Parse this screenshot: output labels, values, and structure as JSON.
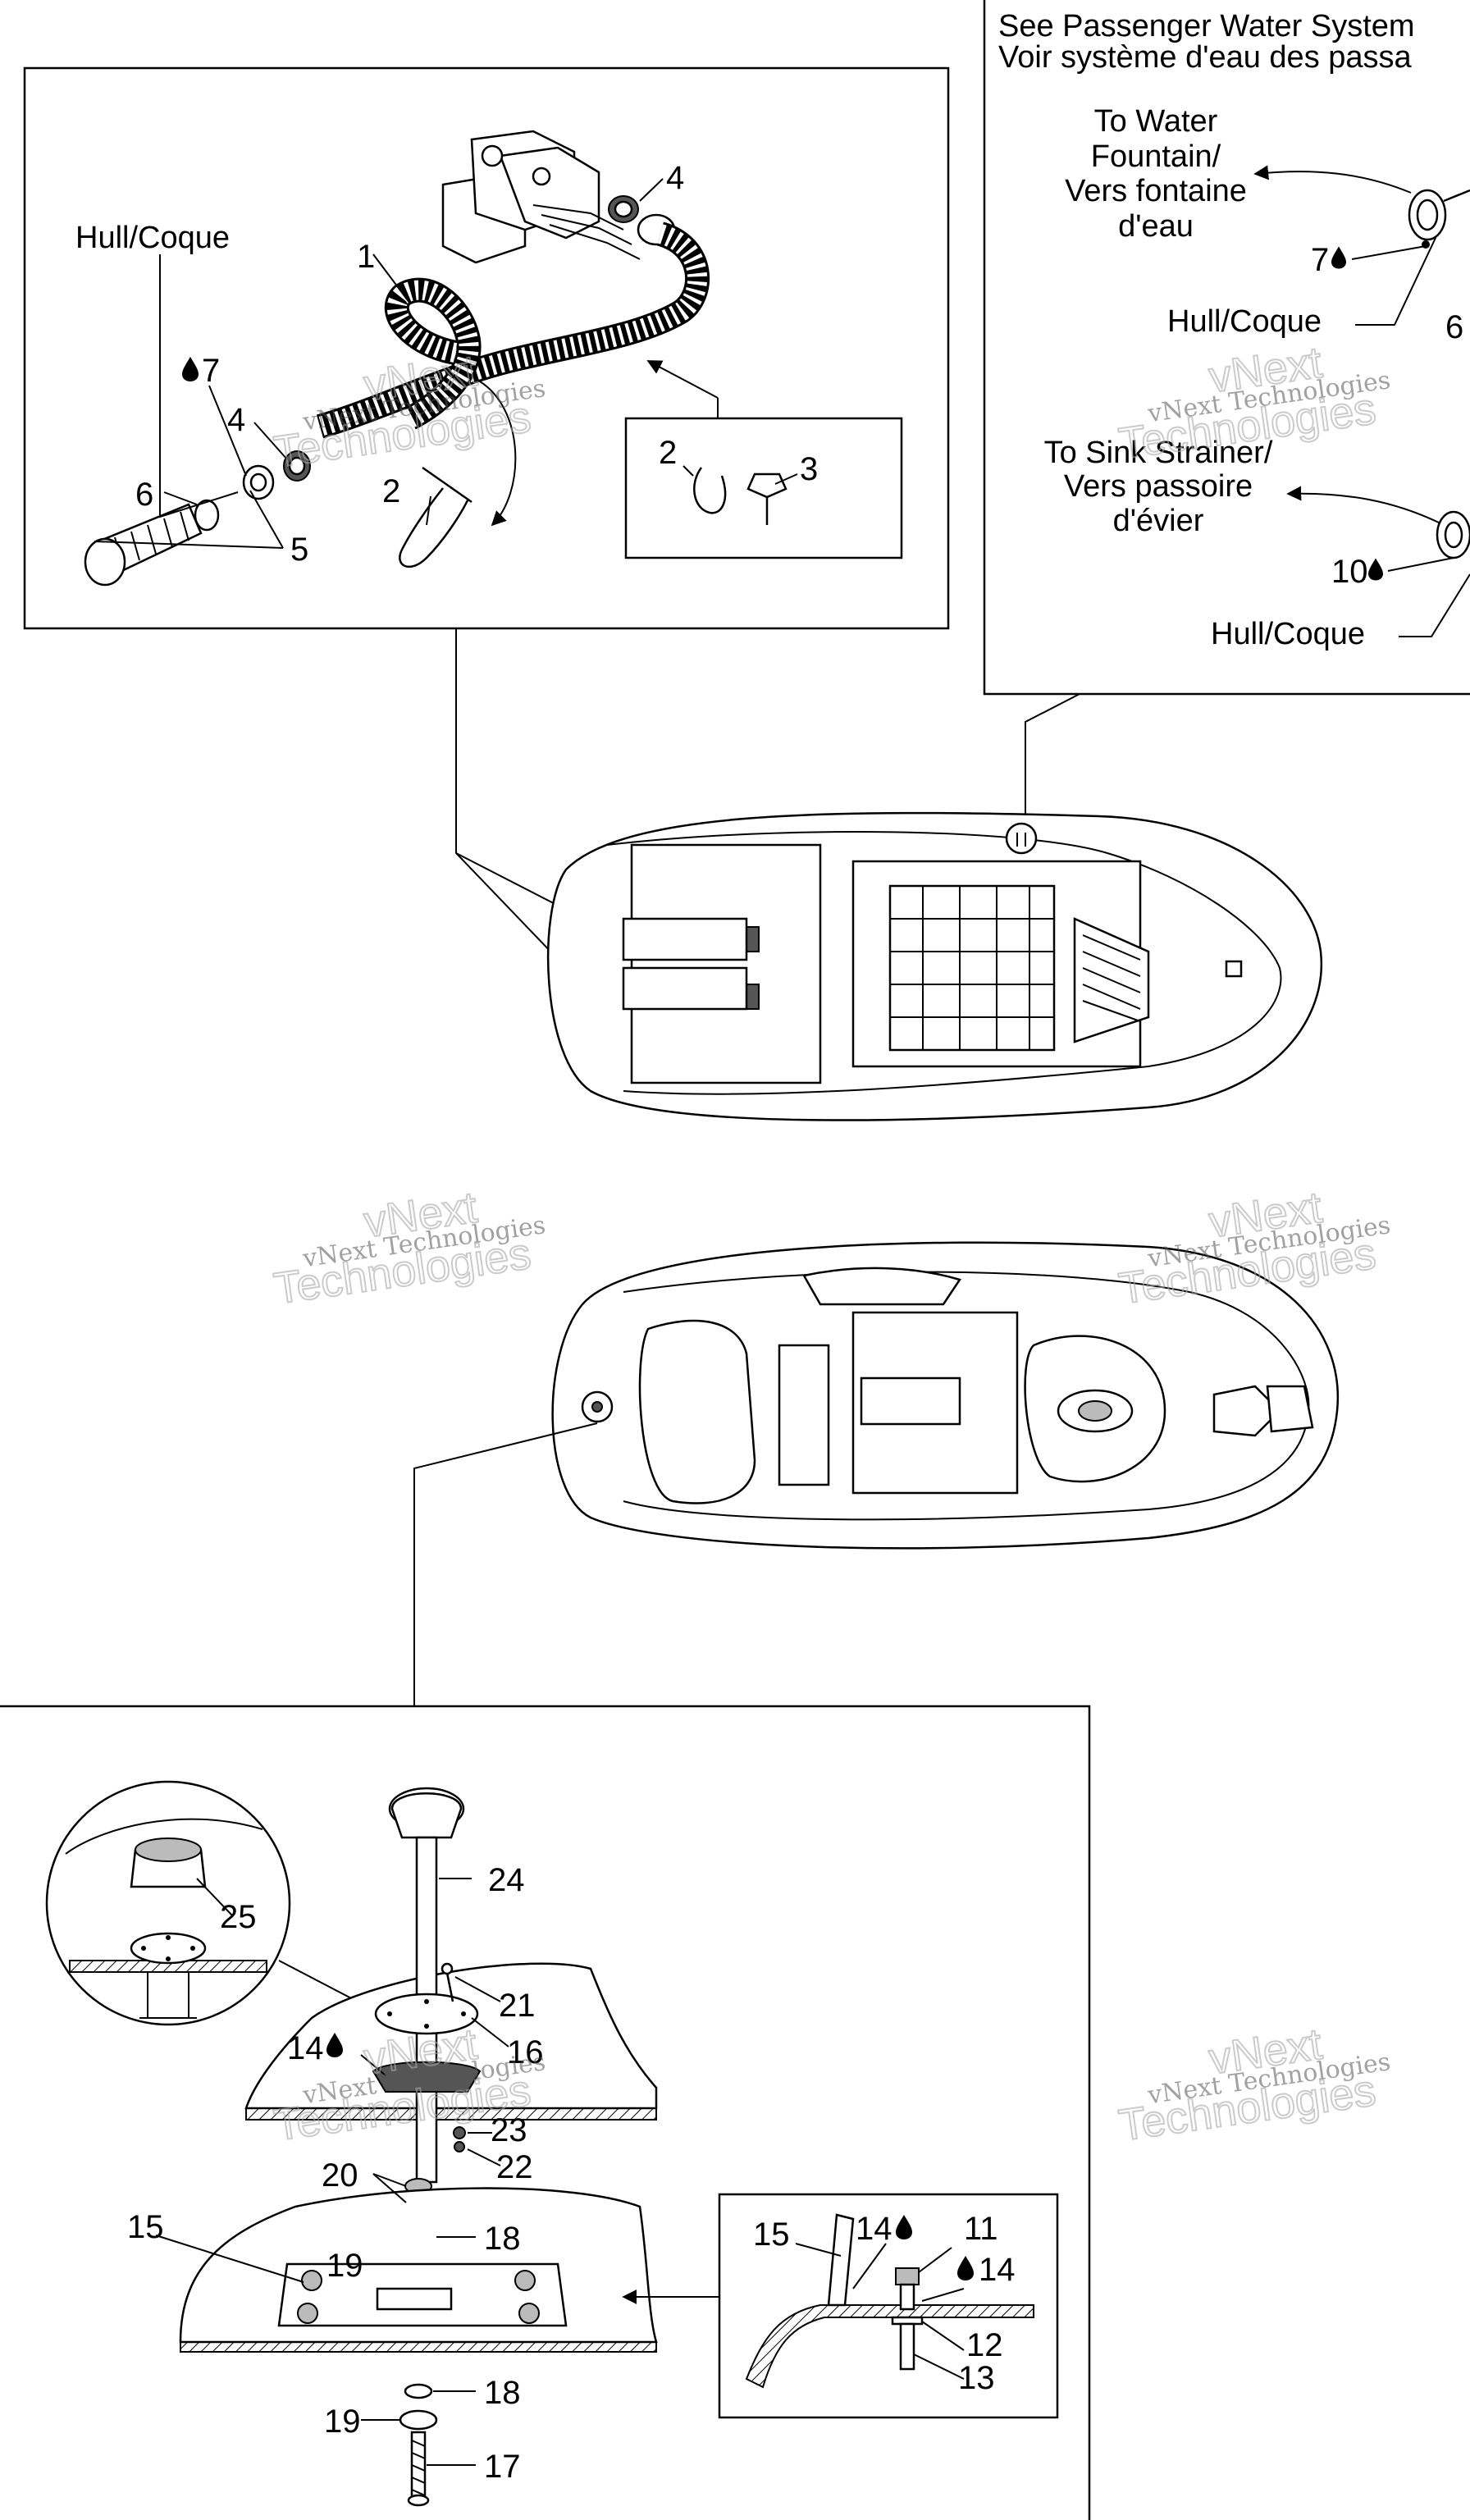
{
  "header_text": {
    "line1": "See Passenger Water System",
    "line2": "Voir système d'eau des passa"
  },
  "top_right_panel": {
    "water_fountain": [
      "To Water",
      "Fountain/",
      "Vers fontaine",
      "d'eau"
    ],
    "sink_strainer": [
      "To Sink Strainer/",
      "Vers passoire",
      "d'évier"
    ],
    "hull_1": "Hull/Coque",
    "hull_2": "Hull/Coque",
    "ref_7": "7",
    "ref_6": "6",
    "ref_10": "10"
  },
  "top_left_panel": {
    "hull": "Hull/Coque",
    "refs": {
      "r1": "1",
      "r2a": "2",
      "r2b": "2",
      "r3": "3",
      "r4a": "4",
      "r4b": "4",
      "r5": "5",
      "r6": "6",
      "r7": "7"
    }
  },
  "bottom_panel": {
    "refs": {
      "r11": "11",
      "r12": "12",
      "r13": "13",
      "r14a": "14",
      "r14b": "14",
      "r14c": "14",
      "r15a": "15",
      "r15b": "15",
      "r16": "16",
      "r17": "17",
      "r18a": "18",
      "r18b": "18",
      "r19a": "19",
      "r19b": "19",
      "r20": "20",
      "r21": "21",
      "r22": "22",
      "r23": "23",
      "r24": "24",
      "r25": "25"
    }
  },
  "watermark": {
    "small": "vNext Technologies",
    "big": "Technologies",
    "top": "vNext"
  }
}
